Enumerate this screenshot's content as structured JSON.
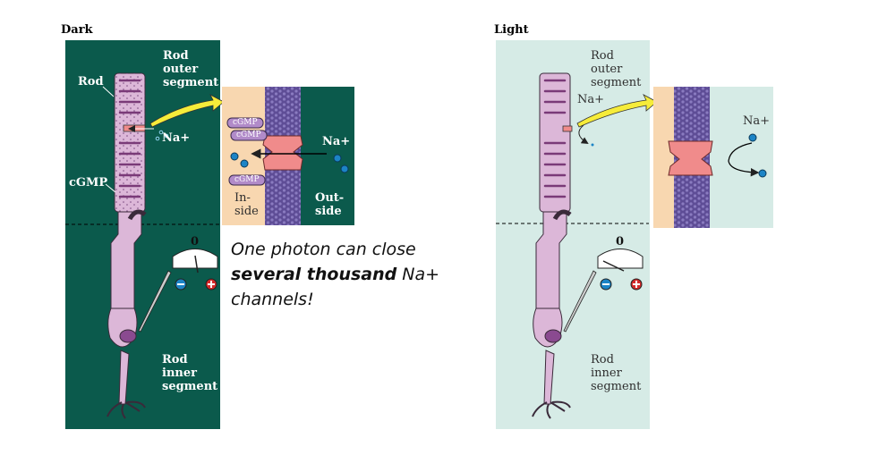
{
  "dark": {
    "title": "Dark",
    "rod_outer_segment": [
      "Rod",
      "outer",
      "segment"
    ],
    "rod": "Rod",
    "na": "Na+",
    "cgmp": "cGMP",
    "cgmp_tag": "cGMP",
    "inside": [
      "In-",
      "side"
    ],
    "outside": [
      "Out-",
      "side"
    ],
    "meter_zero": "0",
    "rod_inner_segment": [
      "Rod",
      "inner",
      "segment"
    ]
  },
  "light": {
    "title": "Light",
    "rod_outer_segment": [
      "Rod",
      "outer",
      "segment"
    ],
    "na": "Na+",
    "meter_zero": "0",
    "rod_inner_segment": [
      "Rod",
      "inner",
      "segment"
    ]
  },
  "caption": {
    "line1": "One photon can close",
    "bold": "several thousand",
    "line2_rest": " Na+",
    "line3": "channels!"
  },
  "colors": {
    "dark_bg": "#0b5a4c",
    "light_bg": "#d6ebe6",
    "rod_fill": "#dcb7d8",
    "membrane": "#5e4d96",
    "channel": "#f08b8b",
    "inside_bg": "#f8d7b0",
    "ion": "#1c84c6",
    "arrow_yellow": "#f6ec3a"
  }
}
